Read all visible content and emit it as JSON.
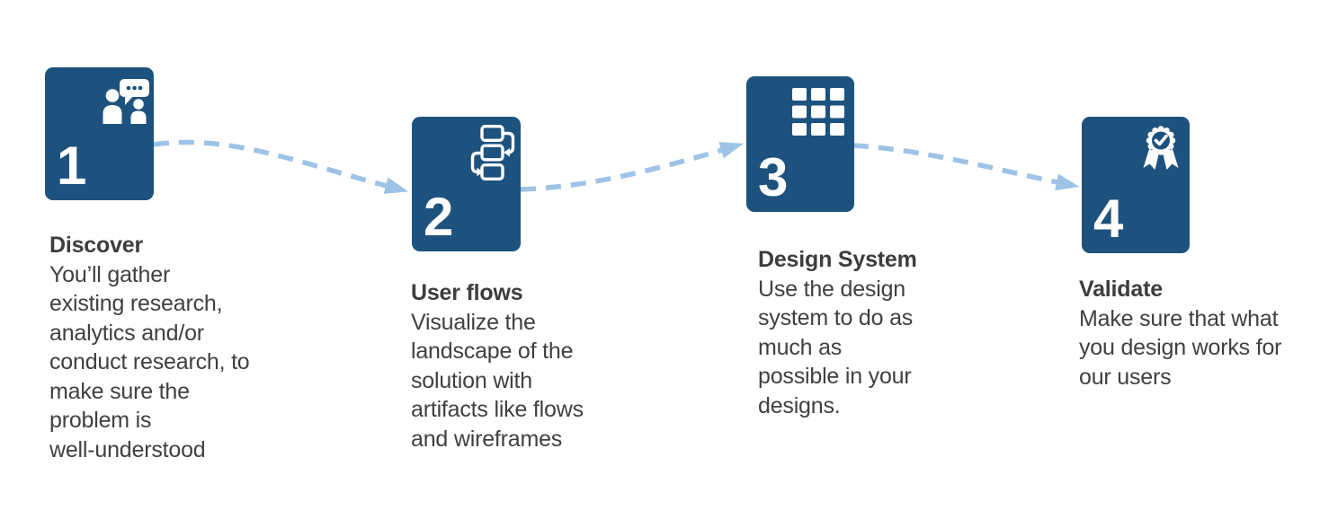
{
  "diagram": {
    "type": "process-flow",
    "step_count": 4
  },
  "colors": {
    "card_blue": "#1e527e",
    "arrow_blue": "#9dc3e6",
    "text_gray": "#404040",
    "icon_white": "#ffffff",
    "background": "#ffffff"
  },
  "steps": [
    {
      "number": "1",
      "title": "Discover",
      "description": "You’ll gather\nexisting research,\nanalytics and/or\nconduct research, to\nmake sure the\nproblem is\nwell-understood",
      "icon": "discussion-icon"
    },
    {
      "number": "2",
      "title": "User flows",
      "description": "Visualize the\nlandscape of the\nsolution with\nartifacts like flows\nand wireframes",
      "icon": "flowchart-icon"
    },
    {
      "number": "3",
      "title": "Design System",
      "description": "Use the design\nsystem to do as\nmuch as\npossible in your\ndesigns.",
      "icon": "grid-icon"
    },
    {
      "number": "4",
      "title": "Validate",
      "description": "Make sure that what\nyou design works for\nour users",
      "icon": "award-icon"
    }
  ],
  "connectors": [
    {
      "from": "step-1",
      "to": "step-2",
      "style": "dashed-curve-arrow"
    },
    {
      "from": "step-2",
      "to": "step-3",
      "style": "dashed-curve-arrow"
    },
    {
      "from": "step-3",
      "to": "step-4",
      "style": "dashed-curve-arrow"
    }
  ]
}
